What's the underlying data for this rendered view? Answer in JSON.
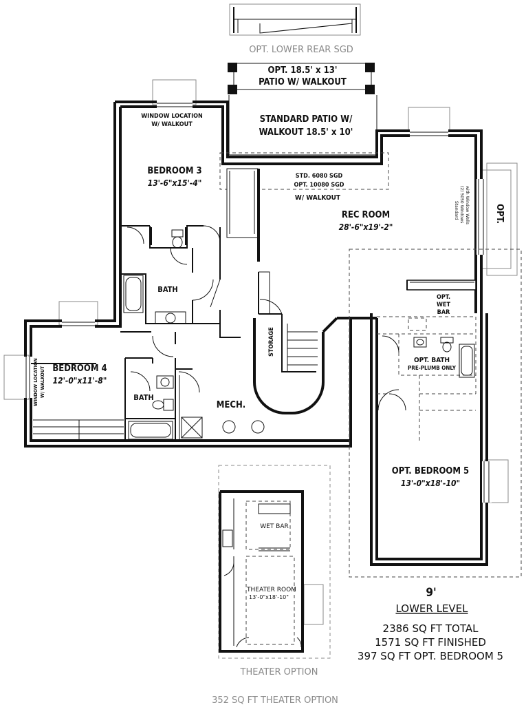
{
  "labels": {
    "opt_lower_rear_sgd": "OPT. LOWER REAR SGD",
    "opt_patio_line1": "OPT. 18.5' x 13'",
    "opt_patio_line2": "PATIO W/ WALKOUT",
    "std_patio_line1": "STANDARD PATIO W/",
    "std_patio_line2": "WALKOUT 18.5' x 10'",
    "window_loc_line1": "WINDOW LOCATION",
    "window_loc_line2": "W/ WALKOUT",
    "bedroom3_name": "BEDROOM 3",
    "bedroom3_size": "13'-6\"x15'-4\"",
    "sgd_line1": "STD. 6080 SGD",
    "sgd_line2": "OPT. 10080 SGD",
    "sgd_line3": "W/ WALKOUT",
    "rec_room_name": "REC ROOM",
    "rec_room_size": "28'-6\"x19'-2\"",
    "windows_note_line1": "(2) 5050 Windows",
    "windows_note_line2": "Standard",
    "windows_note_line3": "with Window Wells",
    "opt_side": "OPT.",
    "bath_upper": "BATH",
    "opt_wet_bar_line1": "OPT.",
    "opt_wet_bar_line2": "WET",
    "opt_wet_bar_line3": "BAR",
    "storage": "STORAGE",
    "opt_bath_line1": "OPT. BATH",
    "opt_bath_line2": "PRE-PLUMB ONLY",
    "bedroom4_name": "BEDROOM 4",
    "bedroom4_size": "12'-0\"x11'-8\"",
    "window_loc_b4_line1": "WINDOW LOCATION",
    "window_loc_b4_line2": "W/ WALKOUT",
    "bath_lower": "BATH",
    "mech": "MECH.",
    "opt_bedroom5_name": "OPT. BEDROOM 5",
    "opt_bedroom5_size": "13'-0\"x18'-10\"",
    "wet_bar": "WET BAR",
    "theater_room_name": "THEATER ROOM",
    "theater_room_size": "13'-0\"x18'-10\"",
    "ceiling_height": "9'",
    "level_name": "LOWER LEVEL",
    "sqft_total": "2386 SQ FT TOTAL",
    "sqft_finished": "1571 SQ FT FINISHED",
    "sqft_opt_bedroom": "397 SQ FT OPT. BEDROOM 5",
    "theater_option": "THEATER OPTION",
    "theater_sqft": "352 SQ FT THEATER OPTION"
  }
}
